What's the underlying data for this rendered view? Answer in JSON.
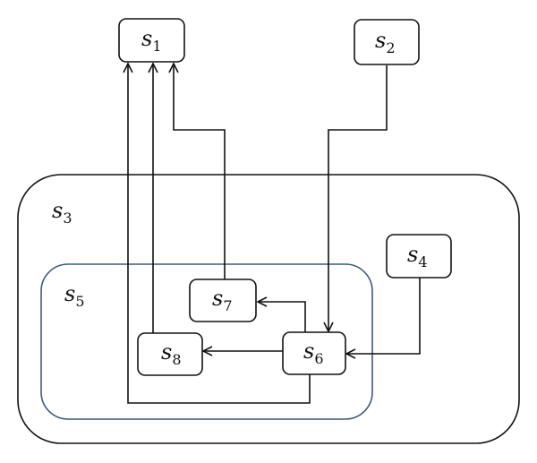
{
  "colors": {
    "stroke": "#111111",
    "inner_container": "#3d5a80",
    "background": "#ffffff"
  },
  "nodes": {
    "s1": {
      "base": "s",
      "sub": "1"
    },
    "s2": {
      "base": "s",
      "sub": "2"
    },
    "s3": {
      "base": "s",
      "sub": "3"
    },
    "s4": {
      "base": "s",
      "sub": "4"
    },
    "s5": {
      "base": "s",
      "sub": "5"
    },
    "s6": {
      "base": "s",
      "sub": "6"
    },
    "s7": {
      "base": "s",
      "sub": "7"
    },
    "s8": {
      "base": "s",
      "sub": "8"
    }
  },
  "edges": [
    {
      "from": "s2",
      "to": "s6"
    },
    {
      "from": "s4",
      "to": "s6"
    },
    {
      "from": "s6",
      "to": "s7"
    },
    {
      "from": "s6",
      "to": "s8"
    },
    {
      "from": "s6",
      "to": "s1"
    },
    {
      "from": "s8",
      "to": "s1"
    },
    {
      "from": "s7",
      "to": "s1"
    }
  ]
}
